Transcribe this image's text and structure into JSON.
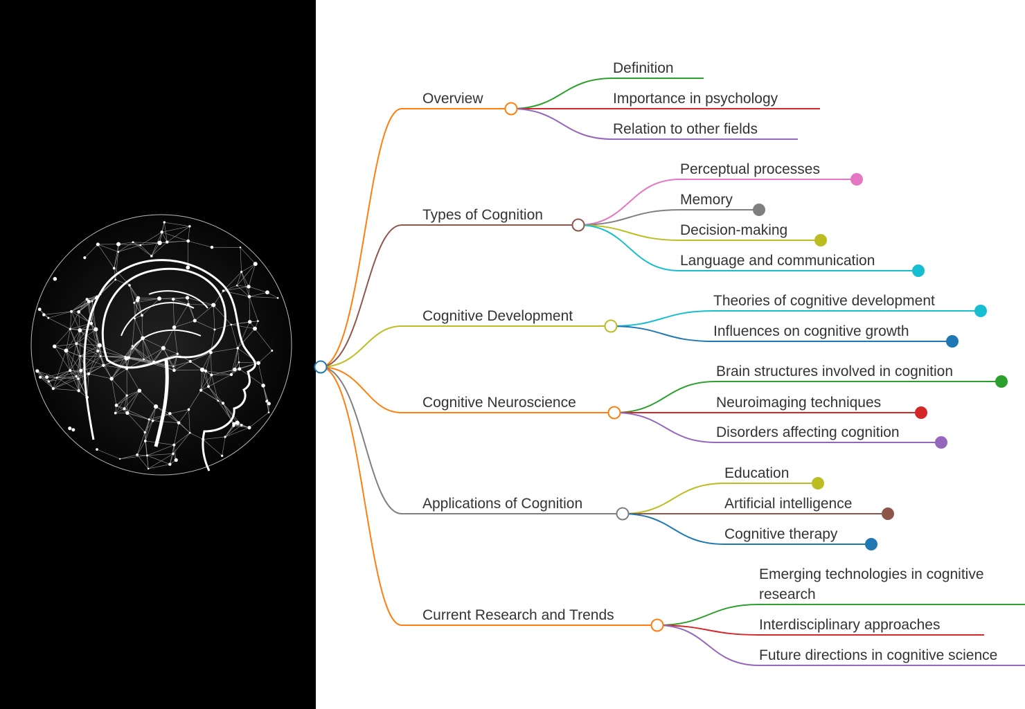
{
  "colors": {
    "orange": "#ff7f0e",
    "brown": "#8c564b",
    "olive": "#bcbd22",
    "gray": "#7f7f7f",
    "green": "#2ca02c",
    "red": "#d62728",
    "purple": "#9467bd",
    "pink": "#e377c2",
    "cyan": "#17becf",
    "blue": "#1f77b4",
    "root": "#1f77b4",
    "text": "#333333"
  },
  "image": {
    "description_icon": "brain-network-head-icon"
  },
  "mindmap": {
    "branches": [
      {
        "label": "Overview",
        "color": "#ff7f0e",
        "children": [
          {
            "label": "Definition",
            "color": "#2ca02c",
            "dot": false
          },
          {
            "label": "Importance in psychology",
            "color": "#d62728",
            "dot": false
          },
          {
            "label": "Relation to other fields",
            "color": "#9467bd",
            "dot": false
          }
        ]
      },
      {
        "label": "Types of Cognition",
        "color": "#8c564b",
        "children": [
          {
            "label": "Perceptual processes",
            "color": "#e377c2",
            "dot": true
          },
          {
            "label": "Memory",
            "color": "#7f7f7f",
            "dot": true
          },
          {
            "label": "Decision-making",
            "color": "#bcbd22",
            "dot": true
          },
          {
            "label": "Language and communication",
            "color": "#17becf",
            "dot": true
          }
        ]
      },
      {
        "label": "Cognitive Development",
        "color": "#bcbd22",
        "children": [
          {
            "label": "Theories of cognitive development",
            "color": "#17becf",
            "dot": true
          },
          {
            "label": "Influences on cognitive growth",
            "color": "#1f77b4",
            "dot": true
          }
        ]
      },
      {
        "label": "Cognitive Neuroscience",
        "color": "#ff7f0e",
        "children": [
          {
            "label": "Brain structures involved in cognition",
            "color": "#2ca02c",
            "dot": true
          },
          {
            "label": "Neuroimaging techniques",
            "color": "#d62728",
            "dot": true
          },
          {
            "label": "Disorders affecting cognition",
            "color": "#9467bd",
            "dot": true
          }
        ]
      },
      {
        "label": "Applications of Cognition",
        "color": "#7f7f7f",
        "children": [
          {
            "label": "Education",
            "color": "#bcbd22",
            "dot": true
          },
          {
            "label": "Artificial intelligence",
            "color": "#8c564b",
            "dot": true
          },
          {
            "label": "Cognitive therapy",
            "color": "#1f77b4",
            "dot": true
          }
        ]
      },
      {
        "label": "Current Research and Trends",
        "color": "#ff7f0e",
        "children": [
          {
            "label": "Emerging technologies in cognitive research",
            "lines": [
              "Emerging technologies in cognitive",
              "research"
            ],
            "color": "#2ca02c",
            "dot": false
          },
          {
            "label": "Interdisciplinary approaches",
            "color": "#d62728",
            "dot": false
          },
          {
            "label": "Future directions in cognitive science",
            "color": "#9467bd",
            "dot": false
          }
        ]
      }
    ]
  }
}
